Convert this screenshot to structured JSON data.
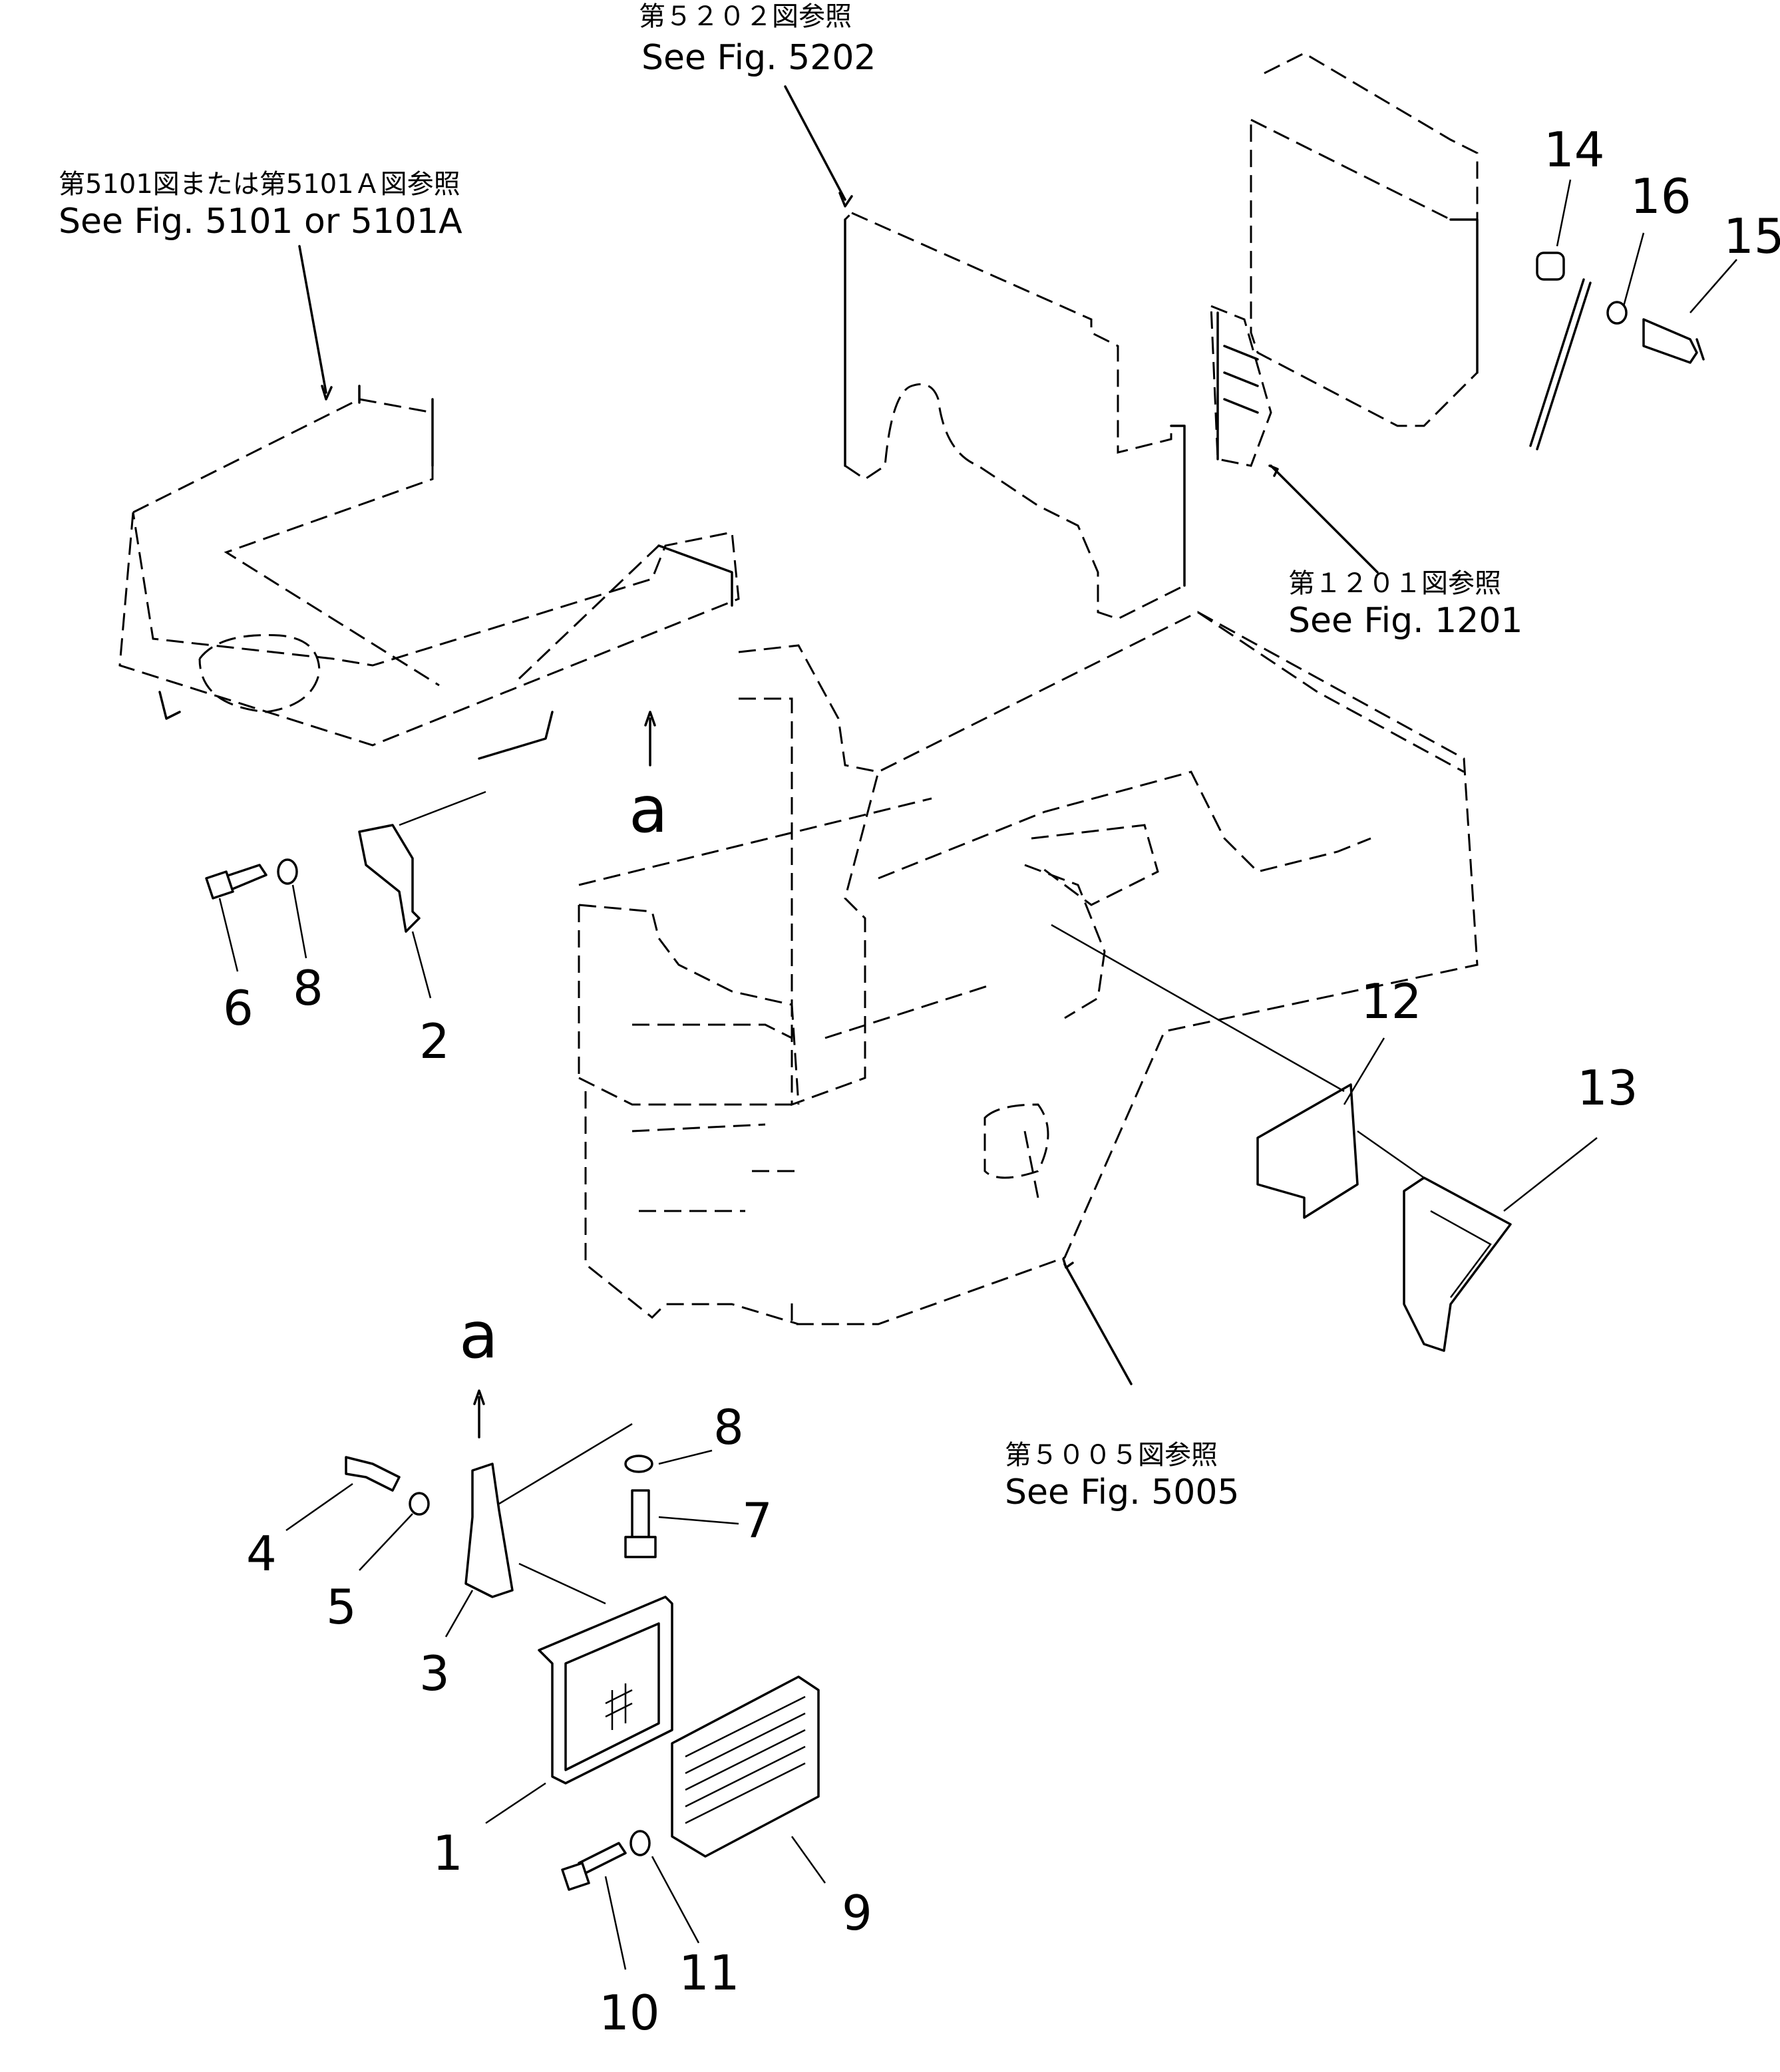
{
  "references": {
    "fig5202": {
      "jp": "第５２０２図参照",
      "en": "See Fig. 5202"
    },
    "fig5101": {
      "jp": "第5101図または第5101Ａ図参照",
      "en": "See Fig. 5101 or 5101A"
    },
    "fig1201": {
      "jp": "第１２０１図参照",
      "en": "See Fig. 1201"
    },
    "fig5005": {
      "jp": "第５００５図参照",
      "en": "See Fig. 5005"
    }
  },
  "parts": {
    "p1": "1",
    "p2": "2",
    "p3": "3",
    "p4": "4",
    "p5": "5",
    "p6": "6",
    "p7": "7",
    "p8a": "8",
    "p8b": "8",
    "p9": "9",
    "p10": "10",
    "p11": "11",
    "p12": "12",
    "p13": "13",
    "p14": "14",
    "p15": "15",
    "p16": "16"
  },
  "view_marks": {
    "upper": "a",
    "lower": "a"
  }
}
